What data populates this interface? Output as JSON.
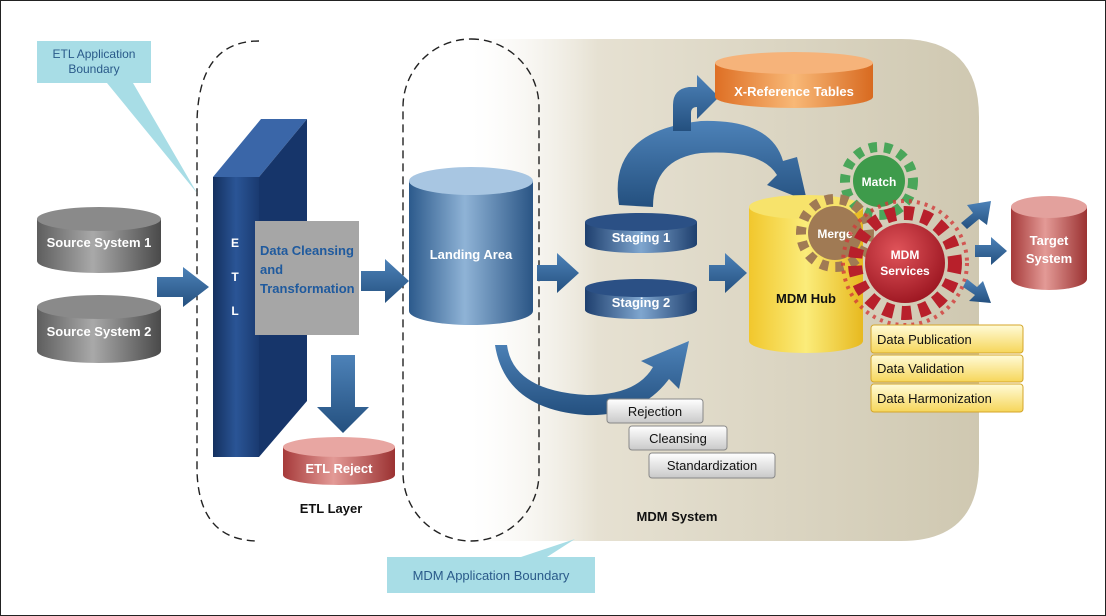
{
  "callouts": {
    "etl_boundary_line1": "ETL Application",
    "etl_boundary_line2": "Boundary",
    "mdm_boundary": "MDM Application Boundary"
  },
  "sources": {
    "source1": "Source System 1",
    "source2": "Source System 2"
  },
  "etl": {
    "letter_e": "E",
    "letter_t": "T",
    "letter_l": "L",
    "cleansing_line1": "Data Cleansing",
    "cleansing_line2": "and",
    "cleansing_line3": "Transformation",
    "reject": "ETL Reject",
    "layer_label": "ETL Layer"
  },
  "mdm": {
    "landing_area": "Landing Area",
    "staging1": "Staging 1",
    "staging2": "Staging 2",
    "xref": "X-Reference Tables",
    "hub": "MDM Hub",
    "match": "Match",
    "merge": "Merge",
    "services_line1": "MDM",
    "services_line2": "Services",
    "system_label": "MDM System",
    "steps": [
      "Rejection",
      "Cleansing",
      "Standardization"
    ],
    "services": [
      "Data Publication",
      "Data Validation",
      "Data Harmonization"
    ]
  },
  "target": {
    "line1": "Target",
    "line2": "System"
  },
  "colors": {
    "arrow_blue": "#2d5f93",
    "etl_navy": "#1b3a73",
    "callout_cyan": "#a8dde6",
    "mdm_panel": "#d8d2bf",
    "hub_yellow": "#f4d43a",
    "services_red": "#b8202b",
    "xref_orange": "#ef8c3c",
    "reject_red": "#d96a64"
  }
}
